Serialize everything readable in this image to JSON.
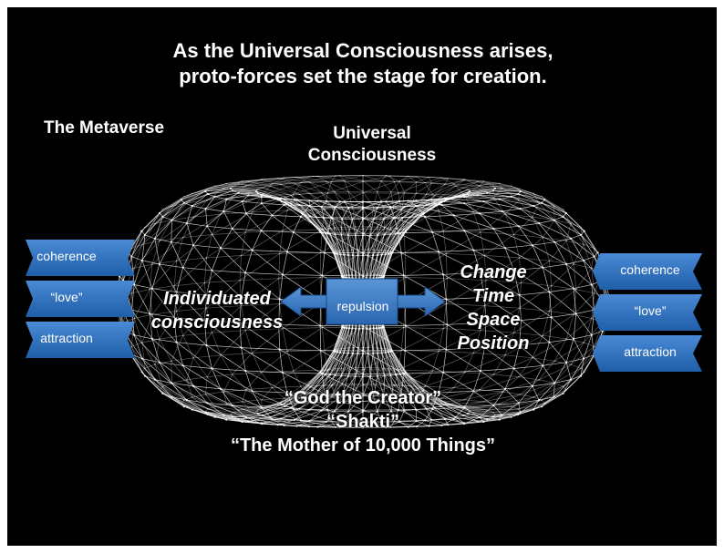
{
  "title": [
    "As the Universal Consciousness arises,",
    "proto-forces set the stage for creation."
  ],
  "corner_label": "The Metaverse",
  "top_label": [
    "Universal",
    "Consciousness"
  ],
  "left_center_label": [
    "Individuated",
    "consciousness"
  ],
  "right_center_label": [
    "Change",
    "Time",
    "Space",
    "Position"
  ],
  "bottom_label": [
    "“God the Creator”",
    "“Shakti”",
    "“The Mother of 10,000 Things”"
  ],
  "center_box_label": "repulsion",
  "left_chevrons": [
    "coherence",
    "“love”",
    "attraction"
  ],
  "right_chevrons": [
    "coherence",
    "“love”",
    "attraction"
  ],
  "colors": {
    "background": "#000000",
    "mesh": "#ffffff",
    "chevron": "#2f6fb8",
    "chevron_dark": "#1d4f8c"
  }
}
